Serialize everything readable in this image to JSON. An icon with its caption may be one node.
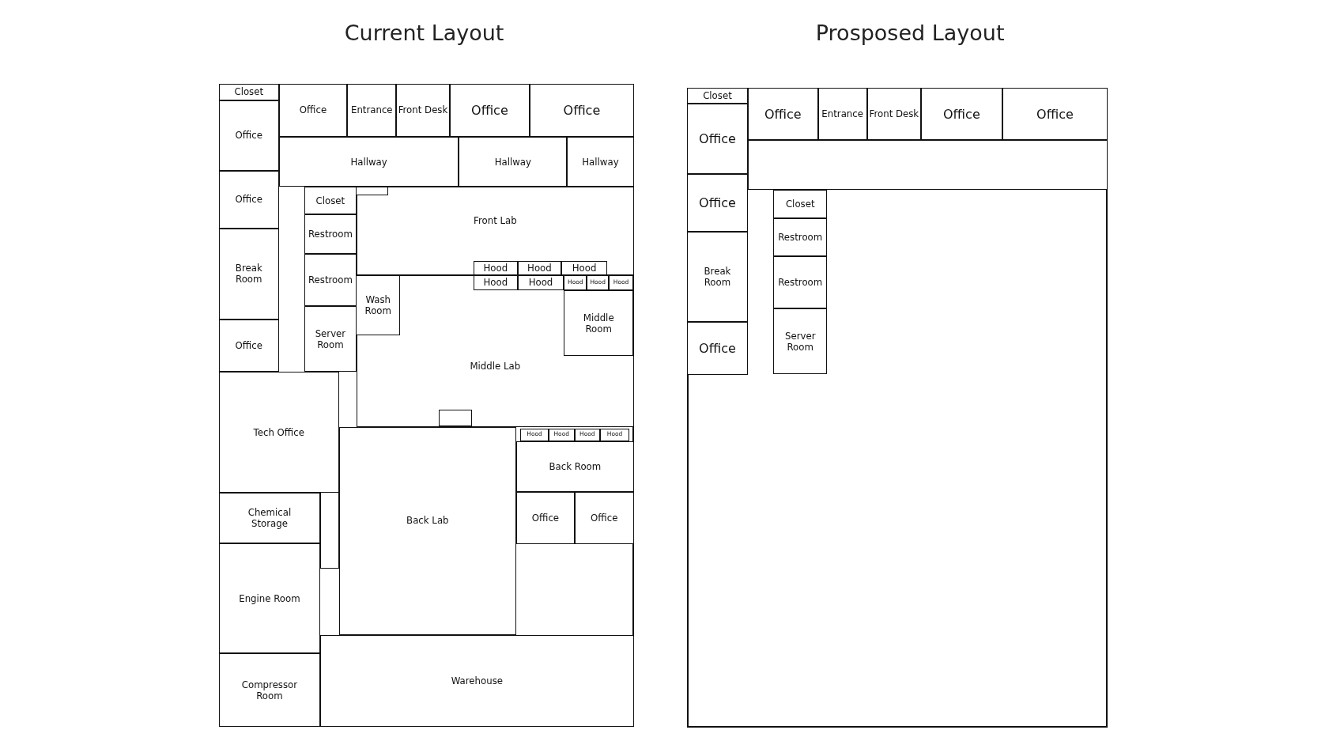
{
  "diagram": {
    "nodes": [
      {
        "text": [
          "Closet"
        ]
      },
      {
        "text": [
          "Office"
        ]
      },
      {
        "text": [
          "Entrance"
        ]
      },
      {
        "text": [
          "Front Desk"
        ]
      },
      {
        "text": [
          "Office"
        ]
      },
      {
        "text": [
          "Office"
        ]
      },
      {
        "text": [
          "Office"
        ]
      },
      {
        "text": [
          "Hallway"
        ]
      },
      {
        "text": [
          "Hallway"
        ]
      },
      {
        "text": [
          "Hallway"
        ]
      },
      {
        "text": [
          "Office"
        ]
      },
      {
        "text": [
          "Closet"
        ]
      },
      {
        "text": [],
        "shape": "box",
        "in": 14
      },
      {
        "text": [
          "Restroom"
        ]
      },
      {
        "text": [
          "Front Lab"
        ]
      },
      {
        "text": [
          "Break Room"
        ]
      },
      {
        "text": [
          "Restroom"
        ]
      },
      {
        "text": [
          "Hood"
        ],
        "in": 14
      },
      {
        "text": [
          "Hood"
        ],
        "in": 14
      },
      {
        "text": [
          "Hood"
        ],
        "in": 14
      },
      {
        "text": [
          "Hood"
        ],
        "in": 29
      },
      {
        "text": [
          "Hood"
        ],
        "in": 29
      },
      {
        "text": [
          "Hood"
        ],
        "in": 29
      },
      {
        "text": [
          "Hood"
        ],
        "in": 29
      },
      {
        "text": [
          "Hood"
        ],
        "in": 29
      },
      {
        "text": [
          "Wash Room"
        ],
        "in": 29
      },
      {
        "text": [
          "Server Room"
        ]
      },
      {
        "text": [
          "Middle Room"
        ],
        "in": 29
      },
      {
        "text": [
          "Office"
        ]
      },
      {
        "text": [
          "Middle Lab"
        ]
      },
      {
        "text": [],
        "shape": "box",
        "in": 29
      },
      {
        "text": [
          "Tech Office"
        ]
      },
      {
        "text": [
          "Hood"
        ]
      },
      {
        "text": [
          "Hood"
        ]
      },
      {
        "text": [
          "Hood"
        ]
      },
      {
        "text": [
          "Hood"
        ]
      },
      {
        "text": [
          "Back Room"
        ]
      },
      {
        "text": [
          "Back Lab"
        ]
      },
      {
        "text": [
          "Chemical Storage"
        ]
      },
      {
        "text": [
          "Office"
        ]
      },
      {
        "text": [
          "Office"
        ]
      },
      {
        "text": [
          "Engine Room"
        ]
      },
      {
        "text": [
          "Compressor Room"
        ]
      },
      {
        "text": [
          "Warehouse"
        ]
      },
      {
        "text": [
          "Closet"
        ]
      },
      {
        "text": [
          "Office"
        ]
      },
      {
        "text": [
          "Entrance"
        ]
      },
      {
        "text": [
          "Front Desk"
        ]
      },
      {
        "text": [
          "Office"
        ]
      },
      {
        "text": [
          "Office"
        ]
      },
      {
        "text": [
          "Office"
        ]
      },
      {
        "text": [],
        "shape": "box"
      },
      {
        "text": [
          "Closet"
        ]
      },
      {
        "text": [
          "Office"
        ]
      },
      {
        "text": [
          "Restroom"
        ]
      },
      {
        "text": [
          "Break Room"
        ]
      },
      {
        "text": [
          "Restroom"
        ]
      },
      {
        "text": [
          "Server Room"
        ]
      },
      {
        "text": [
          "Office"
        ]
      },
      {
        "text": [],
        "shape": "box"
      }
    ],
    "labels": [
      "Current Layout",
      "Prosposed Layout"
    ]
  }
}
